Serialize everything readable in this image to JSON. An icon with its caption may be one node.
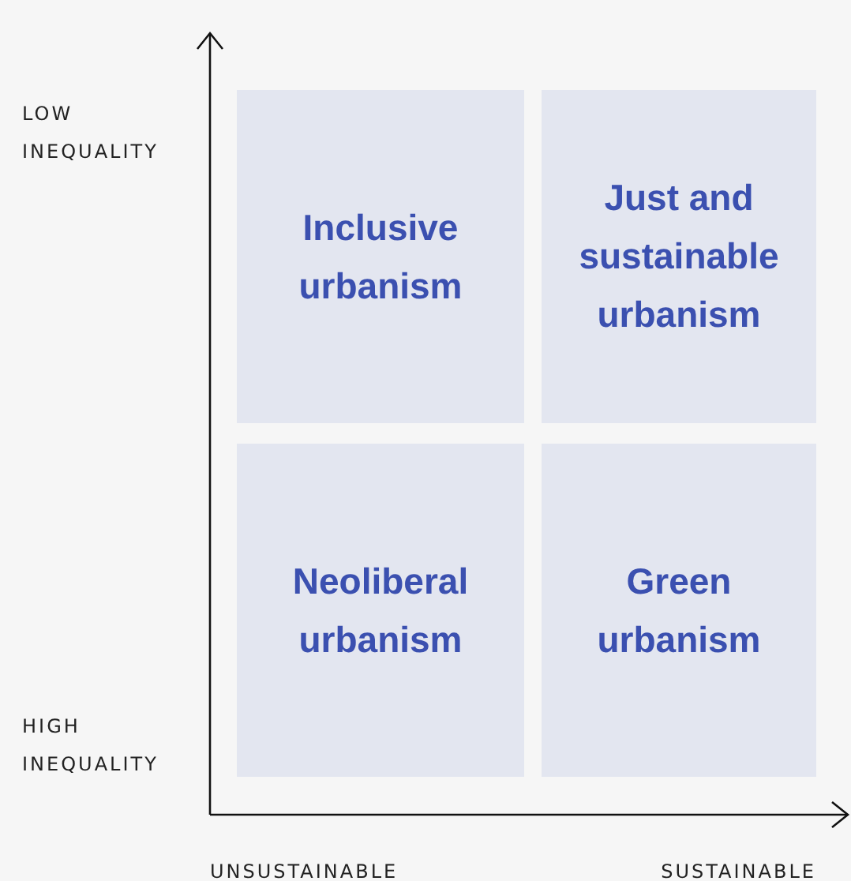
{
  "diagram": {
    "nodes": [
      {
        "text": [
          "Inclusive urbanism"
        ]
      },
      {
        "text": [
          "Just and sustainable urbanism"
        ]
      },
      {
        "text": [
          "Neoliberal urbanism"
        ]
      },
      {
        "text": [
          "Green urbanism"
        ]
      }
    ],
    "labels": [
      "LOW INEQUALITY",
      "HIGH INEQUALITY",
      "UNSUSTAINABLE",
      "SUSTAINABLE"
    ]
  }
}
